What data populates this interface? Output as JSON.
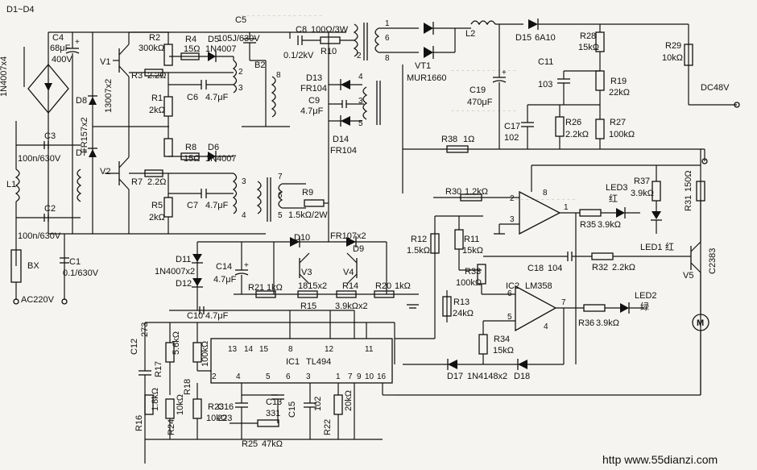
{
  "parts": {
    "d1d4": "D1~D4",
    "d1d4_val": "1N4007x4",
    "c4": "C4",
    "c4_val1": "68μF",
    "c4_val2": "400V",
    "c3": "C3",
    "c3_val": "100n/630V",
    "l1": "L1",
    "c2": "C2",
    "c2_val": "100n/630V",
    "c1": "C1",
    "c1_val": "0.1/630V",
    "bx": "BX",
    "ac": "AC220V",
    "d8": "D8",
    "d7": "D7",
    "fr157": "FR157x2",
    "v1": "V1",
    "v2": "V2",
    "v1_model": "13007x2",
    "r2": "R2",
    "r2_val": "300kΩ",
    "r3": "R3",
    "r3_val": "2.2Ω",
    "r4": "R4",
    "r4_val": "15Ω",
    "d5": "D5",
    "d5_val": "1N4007",
    "r1": "R1",
    "r1_val": "2kΩ",
    "c6": "C6",
    "c6_val": "4.7μF",
    "r8": "R8",
    "r8_val": "15Ω",
    "d6": "D6",
    "d6_val": "1N4007",
    "r7": "R7",
    "r7_val": "2.2Ω",
    "r5": "R5",
    "r5_val": "2kΩ",
    "c7": "C7",
    "c7_val": "4.7μF",
    "c5": "C5",
    "c5_val": "105J/630V",
    "b2": "B2",
    "c8": "C8",
    "c8_val": "0.1/2kV",
    "r10_val": "100Ω/3W",
    "r10": "R10",
    "vt1": "VT1",
    "mur": "MUR1660",
    "l2": "L2",
    "d15": "D15",
    "d15_val": "6A10",
    "d13": "D13",
    "fr104a": "FR104",
    "c9": "C9",
    "c9_val": "4.7μF",
    "d14": "D14",
    "fr104b": "FR104",
    "c19": "C19",
    "c19_val": "470μF",
    "r28": "R28",
    "r28_val": "15kΩ",
    "c11": "C11",
    "c11_val": "103",
    "r19": "R19",
    "r19_val": "22kΩ",
    "r29": "R29",
    "r29_val": "10kΩ",
    "dc48": "DC48V",
    "c17": "C17",
    "c17_val": "102",
    "r26": "R26",
    "r26_val": "2.2kΩ",
    "r27": "R27",
    "r27_val": "100kΩ",
    "r38": "R38",
    "r38_val": "1Ω",
    "r9": "R9",
    "r9_val": "1.5kΩ/2W",
    "d10": "D10",
    "fr107": "FR107x2",
    "d9": "D9",
    "v3": "V3",
    "v4": "V4",
    "d11": "D11",
    "d12": "D12",
    "d11_val": "1N4007x2",
    "c14": "C14",
    "c14_val": "4.7μF",
    "r21": "R21",
    "r21_val": "1kΩ",
    "r15": "R15",
    "r15_val": "1815x2",
    "r14": "R14",
    "r14_val": "3.9kΩx2",
    "r20": "R20",
    "r20_val": "1kΩ",
    "c10": "C10",
    "c10_val": "4.7μF",
    "r30": "R30",
    "r30_val": "1.2kΩ",
    "r12": "R12",
    "r12_val": "1.5kΩ",
    "r11": "R11",
    "r11_val": "15kΩ",
    "r33": "R33",
    "r33_val": "100kΩ",
    "r13": "R13",
    "r13_val": "24kΩ",
    "r34": "R34",
    "r34_val": "15kΩ",
    "led3": "LED3",
    "red1": "红",
    "r37": "R37",
    "r37_val": "3.9kΩ",
    "r31": "R31",
    "r31_val": "150Ω",
    "r35": "R35",
    "r35_val": "3.9kΩ",
    "led1": "LED1",
    "red2": "红",
    "c18": "C18",
    "c18_val": "104",
    "r32": "R32",
    "r32_val": "2.2kΩ",
    "c2383": "C2383",
    "v5": "V5",
    "ic2": "IC2",
    "lm358": "LM358",
    "led2": "LED2",
    "green": "绿",
    "r36": "R36",
    "r36_val": "3.9kΩ",
    "motor": "M",
    "d17": "D17",
    "d17_val": "1N4148x2",
    "d18": "D18",
    "ic1": "IC1",
    "tl494": "TL494",
    "c12": "C12",
    "c12_val": "273",
    "r17": "R17",
    "r17_val": "5.6kΩ",
    "r18": "R18",
    "r18_val": "100kΩ",
    "r16": "R16",
    "r16_val": "1.8kΩ",
    "r24": "R24",
    "r24_val": "10kΩ",
    "r23": "R23",
    "r23_val": "10kΩ",
    "c16": "C16",
    "c16_val": "223",
    "c13": "C13",
    "c13_val": "331",
    "c15": "C15",
    "c15_val": "102",
    "r22": "R22",
    "r22_val": "20kΩ",
    "r25": "R25",
    "r25_val": "47kΩ"
  },
  "pins": {
    "b2_1": "1",
    "b2_2": "2",
    "b2_8": "8",
    "b2_6": "6",
    "b2_4": "4",
    "b2_3": "3",
    "b2_5": "5",
    "b2_pa": "2",
    "b2_pb": "8",
    "b2_pc": "3",
    "b2_7": "7",
    "b2_6b": "6",
    "b2_5b": "5",
    "b2_3b": "3",
    "b2_4b": "4",
    "ic2_8": "8",
    "ic2_2": "2",
    "ic2_3": "3",
    "ic2_1": "1",
    "ic2_6": "6",
    "ic2_5": "5",
    "ic2_7": "7",
    "ic2_4": "4",
    "ic1_13": "13",
    "ic1_14": "14",
    "ic1_15": "15",
    "ic1_8": "8",
    "ic1_12": "12",
    "ic1_11": "11",
    "ic1_2": "2",
    "ic1_4": "4",
    "ic1_5": "5",
    "ic1_6": "6",
    "ic1_3": "3",
    "ic1_1": "1",
    "ic1_7": "7",
    "ic1_9": "9",
    "ic1_10": "10",
    "ic1_16": "16"
  },
  "watermark": "http  www.55dianzi.com"
}
